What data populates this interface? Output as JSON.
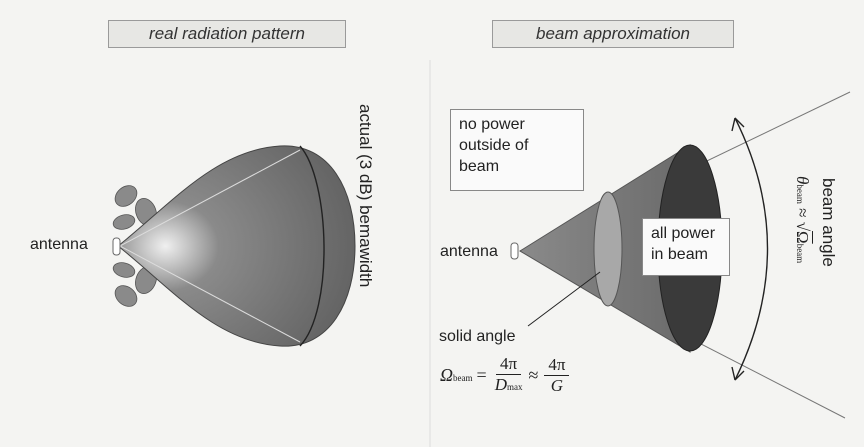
{
  "left_panel": {
    "title": "real radiation pattern",
    "antenna_label": "antenna",
    "beamwidth_label": "actual (3 dB) bemawidth"
  },
  "right_panel": {
    "title": "beam approximation",
    "antenna_label": "antenna",
    "no_power_note": [
      "no power",
      "outside of",
      "beam"
    ],
    "all_power_note": [
      "all power",
      "in beam"
    ],
    "solid_angle_label": "solid angle",
    "beam_angle_label": "beam angle",
    "beam_angle_formula": {
      "lhs_symbol": "θ",
      "lhs_sub": "beam",
      "approx": "≈",
      "rhs_symbol": "Ω",
      "rhs_sub": "beam"
    },
    "omega_formula": {
      "lhs": "Ω",
      "lhs_sub": "beam",
      "eq": "=",
      "num1": "4π",
      "den1": "D",
      "den1_sub": "max",
      "approx": "≈",
      "num2": "4π",
      "den2": "G"
    }
  },
  "colors": {
    "lobe_fill": "#6e6e6e",
    "cone_fill": "#6a6a6a",
    "cone_dark": "#3a3a3a",
    "ellipse_light": "#9a9a9a"
  }
}
